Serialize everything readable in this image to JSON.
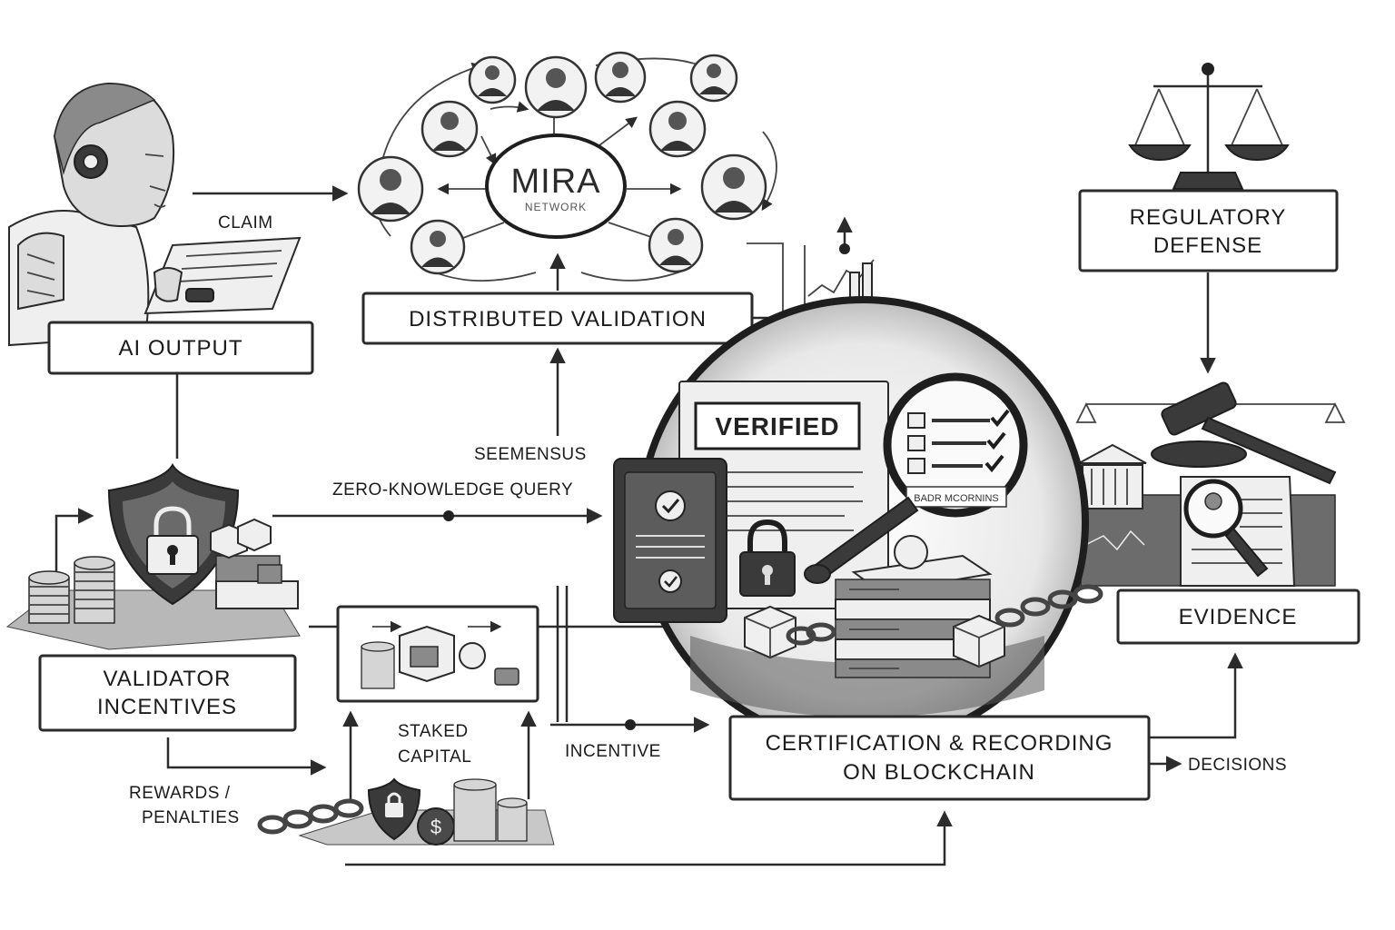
{
  "nodes": {
    "ai_output": "AI OUTPUT",
    "distributed_validation": "DISTRIBUTED VALIDATION",
    "regulatory_defense_line1": "REGULATORY",
    "regulatory_defense_line2": "DEFENSE",
    "evidence": "EVIDENCE",
    "validator_incentives_line1": "VALIDATOR",
    "validator_incentives_line2": "INCENTIVES",
    "certification_line1": "CERTIFICATION & RECORDING",
    "certification_line2": "ON BLOCKCHAIN"
  },
  "hub": {
    "title": "MIRA",
    "subtitle": "NETWORK"
  },
  "labels": {
    "claim": "CLAIM",
    "seemensus": "SEEMENSUS",
    "zero_knowledge_query": "ZERO-KNOWLEDGE QUERY",
    "staked_line1": "STAKED",
    "staked_line2": "CAPITAL",
    "incentive": "INCENTIVE",
    "decisions": "DECISIONS",
    "rewards_line1": "REWARDS /",
    "rewards_line2": "PENALTIES"
  },
  "illustrations": {
    "verified_stamp": "VERIFIED",
    "magnifier_caption": "BADR MCORNINS"
  },
  "icons": [
    "robot-icon",
    "tablet-icon",
    "person-icon",
    "scales-icon",
    "gavel-icon",
    "shield-lock-icon",
    "coin-stack-icon",
    "padlock-icon",
    "magnifier-icon",
    "checklist-icon",
    "blockchain-cubes-icon",
    "server-stack-icon",
    "chain-icon",
    "bar-chart-icon",
    "courthouse-icon",
    "document-icon",
    "dollar-coin-icon"
  ]
}
